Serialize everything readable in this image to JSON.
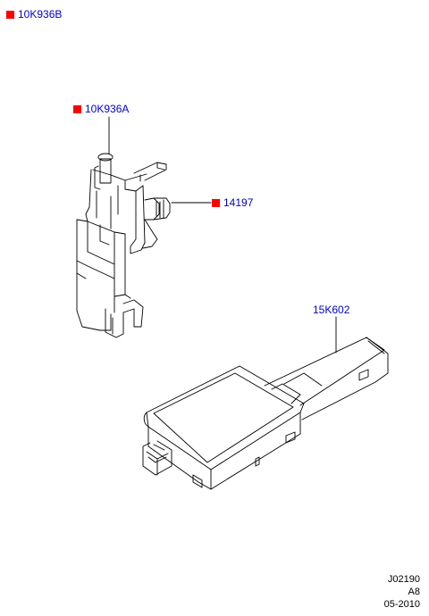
{
  "colors": {
    "marker": "#ff0000",
    "label": "#0000cc",
    "line": "#000000"
  },
  "callouts": [
    {
      "label": "10K936B",
      "marker": true
    },
    {
      "label": "10K936A",
      "marker": true
    },
    {
      "label": "14197",
      "marker": true
    },
    {
      "label": "15K602",
      "marker": false
    }
  ],
  "footer": {
    "code": "J02190",
    "revision": "A8",
    "date": "05-2010"
  }
}
